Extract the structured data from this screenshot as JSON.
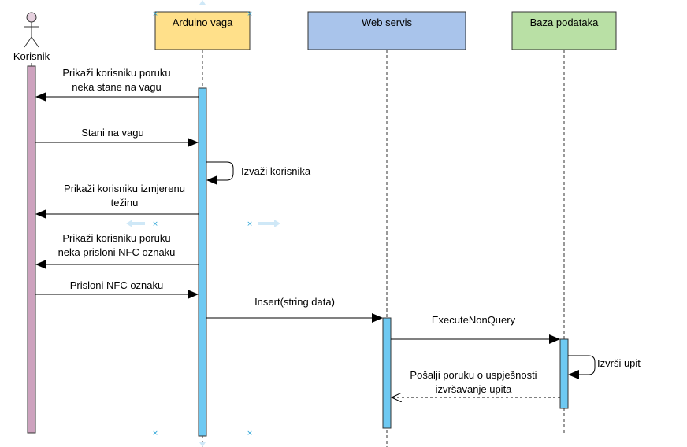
{
  "actor": {
    "label": "Korisnik"
  },
  "participants": [
    {
      "label": "Arduino vaga",
      "fill": "#ffe08a",
      "stroke": "#333333"
    },
    {
      "label": "Web servis",
      "fill": "#a9c4eb",
      "stroke": "#333333"
    },
    {
      "label": "Baza podataka",
      "fill": "#b9e0a5",
      "stroke": "#333333"
    }
  ],
  "messages": [
    {
      "lines": [
        "Prikaži korisniku poruku",
        "neka stane na vagu"
      ]
    },
    {
      "lines": [
        "Stani na vagu"
      ]
    },
    {
      "lines": [
        "Izvaži korisnika"
      ]
    },
    {
      "lines": [
        "Prikaži korisniku izmjerenu",
        "težinu"
      ]
    },
    {
      "lines": [
        "Prikaži korisniku poruku",
        "neka prisloni NFC oznaku"
      ]
    },
    {
      "lines": [
        "Prisloni NFC oznaku"
      ]
    },
    {
      "lines": [
        "Insert(string data)"
      ]
    },
    {
      "lines": [
        "ExecuteNonQuery"
      ]
    },
    {
      "lines": [
        "Izvrši upit"
      ]
    },
    {
      "lines": [
        "Pošalji poruku o uspješnosti",
        "izvršavanje upita"
      ]
    }
  ],
  "colors": {
    "actor_bar": "#cda2be",
    "activation": "#6ec9f2",
    "actor_head": "#e6d0de",
    "selection_marker": "#29a3d6"
  }
}
